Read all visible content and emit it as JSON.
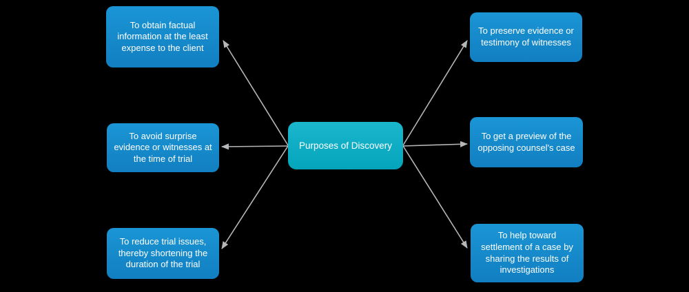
{
  "diagram": {
    "background_color": "#000000",
    "text_color": "#ffffff",
    "arrow_color": "#b5b7b9",
    "center_node": {
      "label": "Purposes of Discovery",
      "color_top": "#1ab6cc",
      "color_bottom": "#04a5bc"
    },
    "node_colors": {
      "top": "#1b95d5",
      "bottom": "#117fc1"
    },
    "nodes": [
      {
        "side": "left",
        "position": "top",
        "label": "To obtain factual information at the least expense to the client"
      },
      {
        "side": "left",
        "position": "middle",
        "label": "To avoid surprise evidence or witnesses at the time of trial"
      },
      {
        "side": "left",
        "position": "bottom",
        "label": "To reduce trial issues, thereby shortening the duration of the trial"
      },
      {
        "side": "right",
        "position": "top",
        "label": "To preserve evidence or testimony of witnesses"
      },
      {
        "side": "right",
        "position": "middle",
        "label": "To get a preview of the opposing counsel's case"
      },
      {
        "side": "right",
        "position": "bottom",
        "label": "To help toward settlement of a case by sharing the results of investigations"
      }
    ]
  }
}
